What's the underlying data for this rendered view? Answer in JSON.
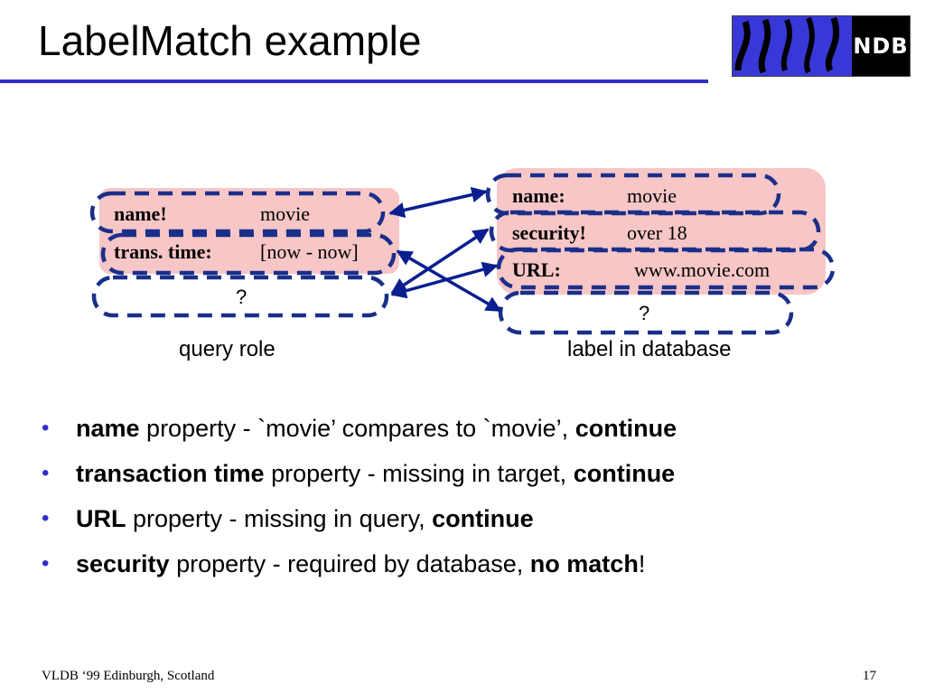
{
  "title": "LabelMatch example",
  "logo": {
    "text": "NDB"
  },
  "query": {
    "rows": [
      {
        "label": "name!",
        "value": "movie"
      },
      {
        "label": "trans. time:",
        "value": "[now - now]"
      },
      {
        "label": "",
        "value": "?"
      }
    ],
    "caption": "query role"
  },
  "database": {
    "rows": [
      {
        "label": "name:",
        "value": "movie"
      },
      {
        "label": "security!",
        "value": "over 18"
      },
      {
        "label": "URL:",
        "value": "www.movie.com"
      },
      {
        "label": "",
        "value": "?"
      }
    ],
    "caption": "label in database"
  },
  "bullets": [
    {
      "bold": "name",
      "text": " property - `movie’ compares to `movie’, ",
      "bold2": "continue",
      "tail": ""
    },
    {
      "bold": "transaction time",
      "text": " property - missing in target, ",
      "bold2": "continue",
      "tail": ""
    },
    {
      "bold": "URL",
      "text": " property - missing in query, ",
      "bold2": "continue",
      "tail": ""
    },
    {
      "bold": "security",
      "text": " property - required by database, ",
      "bold2": "no match",
      "tail": "!"
    }
  ],
  "footer": {
    "left": "VLDB ‘99 Edinburgh, Scotland",
    "page": "17"
  },
  "colors": {
    "accent": "#2e2ec8",
    "dash": "#1a2f8a",
    "highlight": "#f7c6c6",
    "arrow": "#0a1f8f"
  }
}
